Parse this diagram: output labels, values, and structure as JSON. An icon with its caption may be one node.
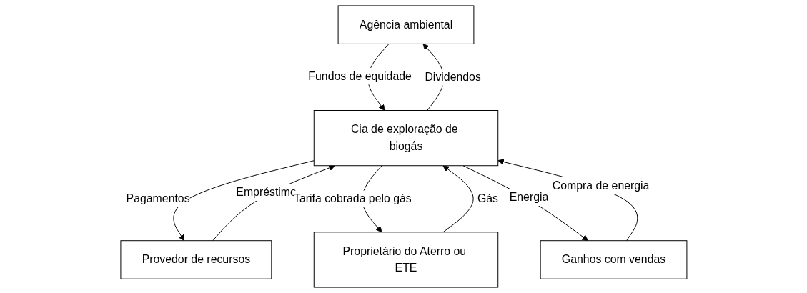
{
  "diagram": {
    "nodes": [
      {
        "text": [
          "Agência ambiental"
        ]
      },
      {
        "text": [
          "Provedor de recursos"
        ]
      },
      {
        "text": [
          "Cia de exploração de biogás"
        ]
      },
      {
        "text": [
          "Proprietário do Aterro ou ETE"
        ]
      },
      {
        "text": [
          "Ganhos com vendas"
        ]
      }
    ],
    "edges": [
      {
        "from": 2,
        "to": 0,
        "arrow": "to",
        "label": "Dividendos"
      },
      {
        "from": 0,
        "to": 2,
        "arrow": "to",
        "label": "Fundos de equidade"
      },
      {
        "from": 1,
        "to": 2,
        "arrow": "to",
        "label": "Empréstimo"
      },
      {
        "from": 2,
        "to": 1,
        "arrow": "to",
        "label": "Pagamentos"
      },
      {
        "from": 2,
        "to": 3,
        "arrow": "to",
        "label": "Tarifa cobrada pelo gás"
      },
      {
        "from": 3,
        "to": 2,
        "arrow": "to",
        "label": "Gás"
      },
      {
        "from": 4,
        "to": 2,
        "arrow": "to",
        "label": "Compra de energia"
      },
      {
        "from": 2,
        "to": 4,
        "arrow": "to",
        "label": "Energia"
      }
    ]
  }
}
